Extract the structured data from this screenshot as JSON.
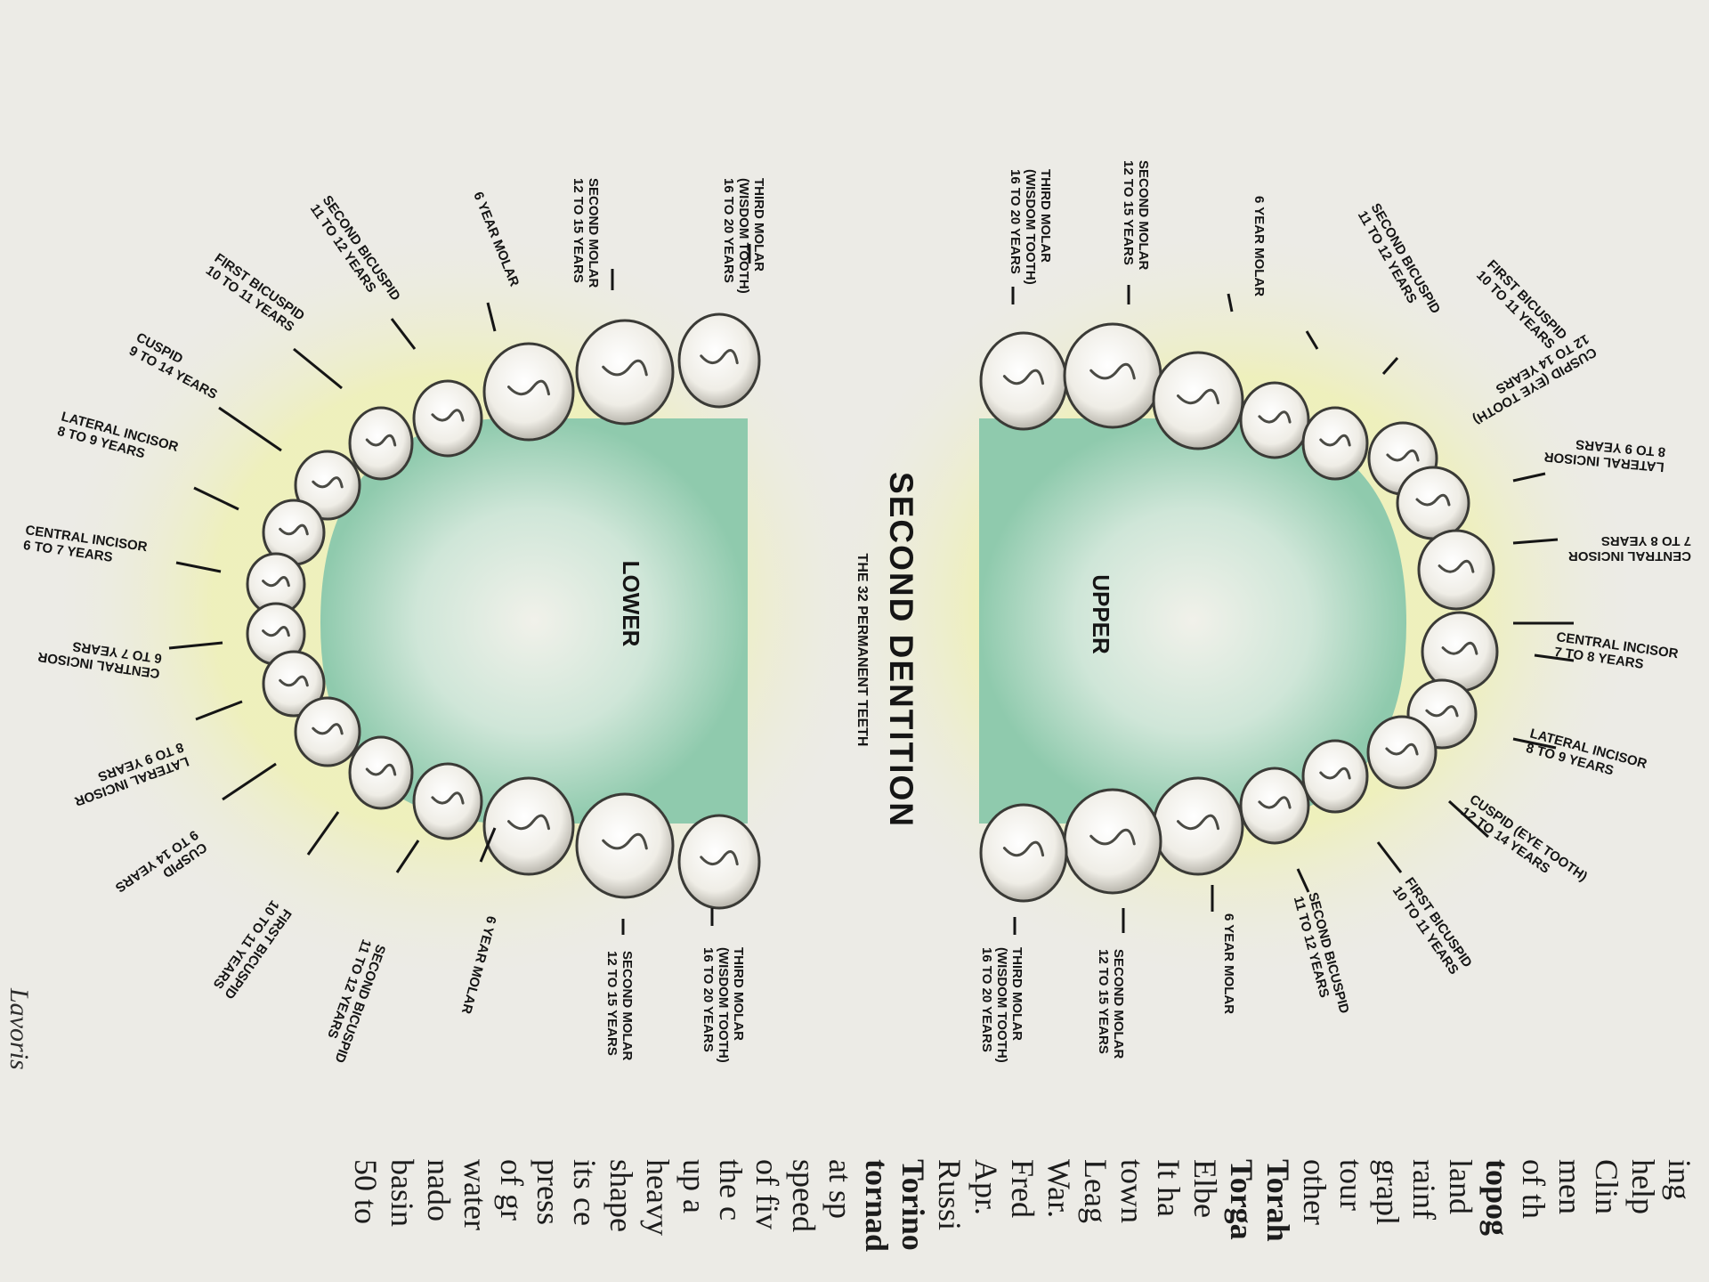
{
  "title": "SECOND DENTITION",
  "subtitle": "THE 32 PERMANENT TEETH",
  "lower": {
    "name": "LOWER",
    "labels": {
      "t1": [
        "THIRD MOLAR",
        "(WISDOM TOOTH)",
        "16 TO 20 YEARS"
      ],
      "t2": [
        "SECOND MOLAR",
        "12 TO 15 YEARS"
      ],
      "t3": [
        "6 YEAR MOLAR"
      ],
      "t4": [
        "SECOND BICUSPID",
        "11 TO 12 YEARS"
      ],
      "t5": [
        "FIRST BICUSPID",
        "10 TO 11 YEARS"
      ],
      "t6": [
        "CUSPID",
        "9 TO 14 YEARS"
      ],
      "t7": [
        "LATERAL INCISOR",
        "8 TO 9 YEARS"
      ],
      "t8": [
        "CENTRAL INCISOR",
        "6 TO 7 YEARS"
      ],
      "b8": [
        "CENTRAL INCISOR",
        "6 TO 7 YEARS"
      ],
      "b7": [
        "LATERAL INCISOR",
        "8 TO 9 YEARS"
      ],
      "b6": [
        "CUSPID",
        "9 TO 14 YEARS"
      ],
      "b5": [
        "FIRST BICUSPID",
        "10 TO 11 YEARS"
      ],
      "b4": [
        "SECOND BICUSPID",
        "11 TO 12 YEARS"
      ],
      "b3": [
        "6 YEAR MOLAR"
      ],
      "b2": [
        "SECOND MOLAR",
        "12 TO 15 YEARS"
      ],
      "b1": [
        "THIRD MOLAR",
        "(WISDOM TOOTH)",
        "16 TO 20 YEARS"
      ]
    }
  },
  "upper": {
    "name": "UPPER",
    "labels": {
      "t1": [
        "THIRD MOLAR",
        "(WISDOM TOOTH)",
        "16 TO 20 YEARS"
      ],
      "t2": [
        "SECOND MOLAR",
        "12 TO 15 YEARS"
      ],
      "t3": [
        "6 YEAR MOLAR"
      ],
      "t4": [
        "SECOND BICUSPID",
        "11 TO 12 YEARS"
      ],
      "t5": [
        "FIRST BICUSPID",
        "10 TO 11 YEARS"
      ],
      "t6": [
        "CUSPID (EYE TOOTH)",
        "12 TO 14 YEARS"
      ],
      "t7": [
        "LATERAL INCISOR",
        "8 TO 9 YEARS"
      ],
      "t8": [
        "CENTRAL INCISOR",
        "7 TO 8 YEARS"
      ],
      "b8": [
        "CENTRAL INCISOR",
        "7 TO 8 YEARS"
      ],
      "b7": [
        "LATERAL INCISOR",
        "8 TO 9 YEARS"
      ],
      "b6": [
        "CUSPID (EYE TOOTH)",
        "12 TO 14 YEARS"
      ],
      "b5": [
        "FIRST BICUSPID",
        "10 TO 11 YEARS"
      ],
      "b4": [
        "SECOND BICUSPID",
        "11 TO 12 YEARS"
      ],
      "b3": [
        "6 YEAR MOLAR"
      ],
      "b2": [
        "SECOND MOLAR",
        "12 TO 15 YEARS"
      ],
      "b1": [
        "THIRD MOLAR",
        "(WISDOM TOOTH)",
        "16 TO 20 YEARS"
      ]
    }
  },
  "credit": "Lavoris",
  "article_lines": [
    {
      "text": "ing",
      "bold": false
    },
    {
      "text": "help",
      "bold": false
    },
    {
      "text": "Clin",
      "bold": false
    },
    {
      "text": "men",
      "bold": false
    },
    {
      "text": "of th",
      "bold": false
    },
    {
      "text": "topog",
      "bold": true
    },
    {
      "text": "land",
      "bold": false
    },
    {
      "text": "rainf",
      "bold": false
    },
    {
      "text": "grapl",
      "bold": false
    },
    {
      "text": "tour",
      "bold": false
    },
    {
      "text": "other",
      "bold": false
    },
    {
      "text": "Torah",
      "bold": true
    },
    {
      "text": "Torga",
      "bold": true
    },
    {
      "text": "Elbe",
      "bold": false
    },
    {
      "text": "It ha",
      "bold": false
    },
    {
      "text": "town",
      "bold": false
    },
    {
      "text": "Leag",
      "bold": false
    },
    {
      "text": "War.",
      "bold": false
    },
    {
      "text": "Fred",
      "bold": false
    },
    {
      "text": "Apr.",
      "bold": false
    },
    {
      "text": "Russi",
      "bold": false
    },
    {
      "text": "Torino",
      "bold": true
    },
    {
      "text": "tornad",
      "bold": true
    },
    {
      "text": "at sp",
      "bold": false
    },
    {
      "text": "speed",
      "bold": false
    },
    {
      "text": "of fiv",
      "bold": false
    },
    {
      "text": "the c",
      "bold": false
    },
    {
      "text": "up a",
      "bold": false
    },
    {
      "text": "heavy",
      "bold": false
    },
    {
      "text": "shape",
      "bold": false
    },
    {
      "text": "its ce",
      "bold": false
    },
    {
      "text": "press",
      "bold": false
    },
    {
      "text": "of gr",
      "bold": false
    },
    {
      "text": "water",
      "bold": false
    },
    {
      "text": "nado",
      "bold": false
    },
    {
      "text": "basin",
      "bold": false
    },
    {
      "text": "50 to",
      "bold": false
    }
  ],
  "colors": {
    "background": "#ecebe6",
    "palate_green": "#9ccfb4",
    "halo_yellow": "#eef0b8",
    "tooth": "#f6f4ef",
    "ink": "#151515"
  }
}
